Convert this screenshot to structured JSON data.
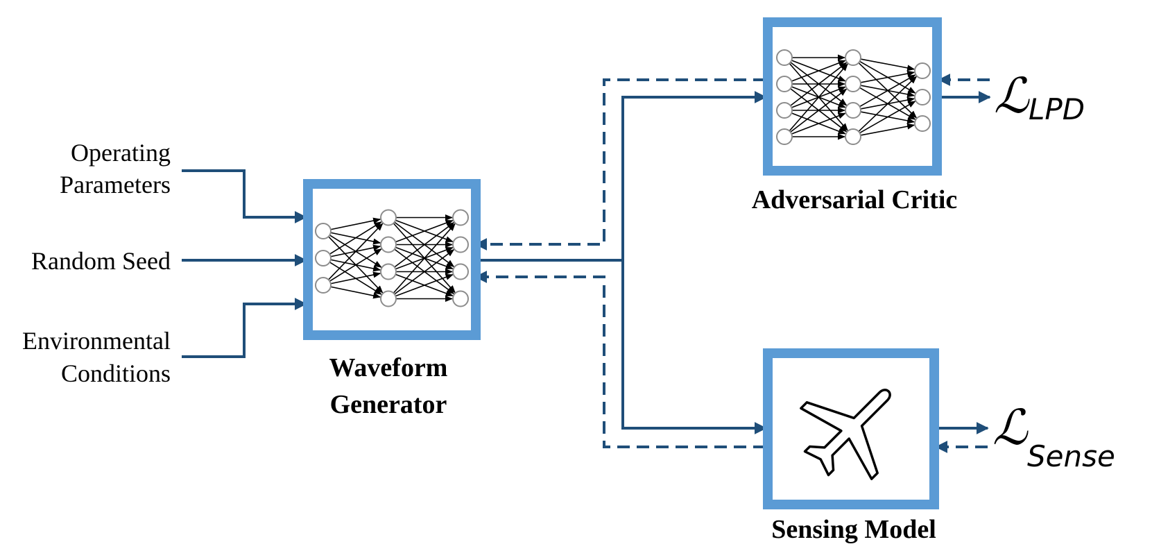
{
  "colors": {
    "line": "#1f4e79",
    "box_border": "#5b9bd5",
    "node_stroke": "#8c8c8c",
    "edge": "#000000"
  },
  "inputs": {
    "operating_parameters": [
      "Operating",
      "Parameters"
    ],
    "random_seed": "Random Seed",
    "environmental_conditions": [
      "Environmental",
      "Conditions"
    ]
  },
  "blocks": {
    "generator": {
      "label": [
        "Waveform",
        "Generator"
      ],
      "layers": [
        3,
        4,
        4
      ]
    },
    "critic": {
      "label": "Adversarial Critic",
      "layers": [
        4,
        4,
        3
      ]
    },
    "sensing": {
      "label": "Sensing Model",
      "icon": "airplane-icon"
    }
  },
  "losses": {
    "lpd": {
      "script": "ℒ",
      "subscript": "LPD"
    },
    "sense": {
      "script": "ℒ",
      "subscript": "Sense"
    }
  }
}
